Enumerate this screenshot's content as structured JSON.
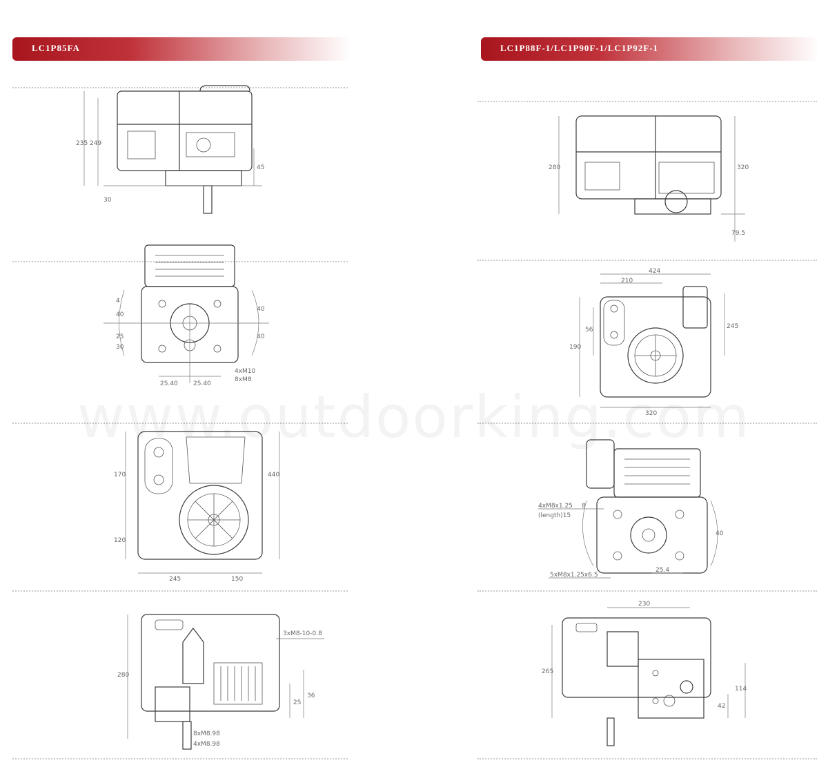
{
  "left": {
    "title": "LC1P85FA",
    "dims": {
      "view1": [
        "235",
        "249",
        "45",
        "30"
      ],
      "view2": [
        "4",
        "40",
        "25",
        "30",
        "40",
        "40",
        "25.40",
        "25.40",
        "4xM10",
        "8xM8"
      ],
      "view3": [
        "170",
        "120",
        "440",
        "245",
        "150"
      ],
      "view4": [
        "280",
        "3xM8-10-0.8",
        "25",
        "36",
        "8xM8.98",
        "4xM8.98"
      ]
    }
  },
  "right": {
    "title": "LC1P88F-1/LC1P90F-1/LC1P92F-1",
    "dims": {
      "view1": [
        "280",
        "320",
        "79.5"
      ],
      "view2": [
        "424",
        "210",
        "56",
        "190",
        "245",
        "320"
      ],
      "view3": [
        "4xM8x1.25",
        "(length)15",
        "5xM8x1.25x6.5",
        "25.4",
        "8",
        "40"
      ],
      "view4": [
        "230",
        "265",
        "114",
        "42"
      ]
    }
  },
  "watermark": "www.outdoorking.com"
}
